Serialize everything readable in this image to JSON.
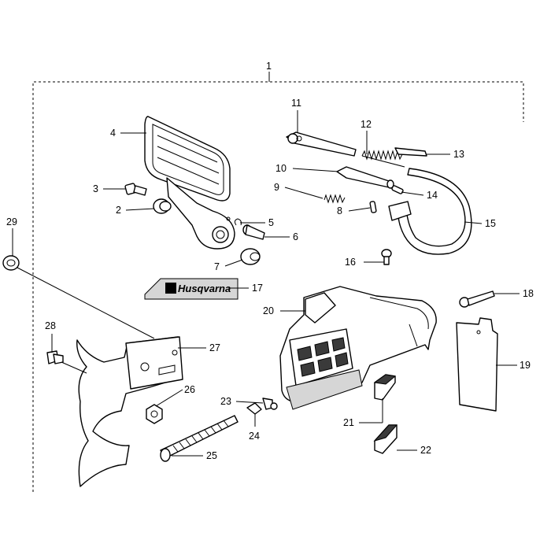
{
  "assembly_label": "1",
  "brand_decal_text": "Husqvarna",
  "callouts": {
    "c2": "2",
    "c3": "3",
    "c4": "4",
    "c5": "5",
    "c6": "6",
    "c7": "7",
    "c8": "8",
    "c9": "9",
    "c10": "10",
    "c11": "11",
    "c12": "12",
    "c13": "13",
    "c14": "14",
    "c15": "15",
    "c16": "16",
    "c17": "17",
    "c18": "18",
    "c19": "19",
    "c20": "20",
    "c21": "21",
    "c22": "22",
    "c23": "23",
    "c24": "24",
    "c25": "25",
    "c26": "26",
    "c27": "27",
    "c28": "28",
    "c29": "29"
  }
}
